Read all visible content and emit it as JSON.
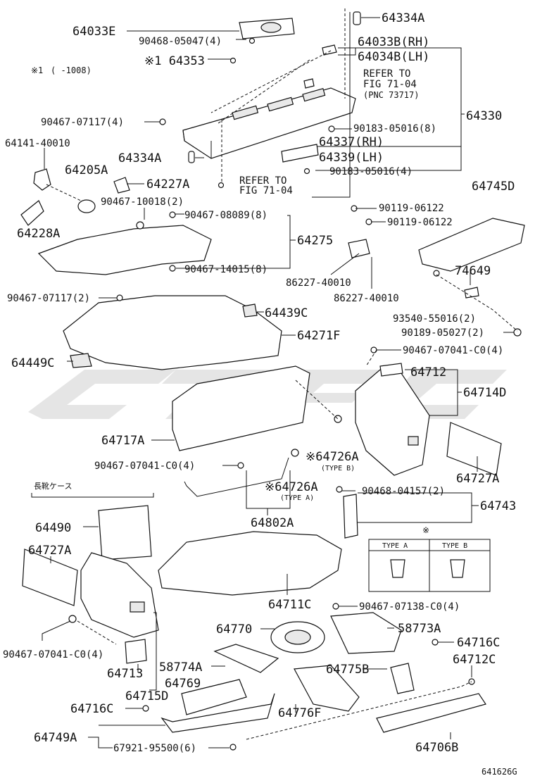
{
  "note": {
    "mark": "※1",
    "range": "(  -1008)"
  },
  "case_label": "長靴ケース",
  "type_table": {
    "mark": "※",
    "type_a": "TYPE  A",
    "type_b": "TYPE  B"
  },
  "labels": {
    "p64033E": "64033E",
    "p90468_05047": "90468-05047(4)",
    "p64334A_top": "64334A",
    "p64033B": "64033B(RH)",
    "p64034B": "64034B(LH)",
    "p64353": "※1 64353",
    "refer1": "REFER TO",
    "refer1b": "FIG 71-04",
    "refer1c": "(PNC 73717)",
    "p64330": "64330",
    "p90467_07117_a": "90467-07117(4)",
    "p90183_05016_8": "90183-05016(8)",
    "p64141": "64141-40010",
    "p64334A_mid": "64334A",
    "p64337": "64337(RH)",
    "p64339": "64339(LH)",
    "p64205A": "64205A",
    "p64227A": "64227A",
    "p90183_05016_4": "90183-05016(4)",
    "refer2": "REFER TO",
    "refer2b": "FIG 71-04",
    "p64745D": "64745D",
    "p64228A": "64228A",
    "p90467_10018": "90467-10018(2)",
    "p90467_08089": "90467-08089(8)",
    "p90119_a": "90119-06122",
    "p90119_b": "90119-06122",
    "p64275": "64275",
    "p90467_14015": "90467-14015(8)",
    "p86227_a": "86227-40010",
    "p74649": "74649",
    "p86227_b": "86227-40010",
    "p90467_07117_b": "90467-07117(2)",
    "p64439C": "64439C",
    "p93540": "93540-55016(2)",
    "p64271F": "64271F",
    "p90189": "90189-05027(2)",
    "p90467_07041_a": "90467-07041-C0(4)",
    "p64449C": "64449C",
    "p64712": "64712",
    "p64714D": "64714D",
    "p64717A": "64717A",
    "p64726A_b": "※64726A",
    "p64726A_b_type": "(TYPE B)",
    "p90467_07041_b": "90467-07041-C0(4)",
    "p64727A_right": "64727A",
    "p64726A_a": "※64726A",
    "p64726A_a_type": "(TYPE A)",
    "p90468_04157": "90468-04157(2)",
    "p64743": "64743",
    "p64802A": "64802A",
    "p64490": "64490",
    "p64727A_left": "64727A",
    "p64711C": "64711C",
    "p90467_07138": "90467-07138-C0(4)",
    "p64770": "64770",
    "p58773A": "58773A",
    "p90467_07041_c": "90467-07041-C0(4)",
    "p64716C_right": "64716C",
    "p58774A": "58774A",
    "p64712C": "64712C",
    "p64713": "64713",
    "p64769": "64769",
    "p64775B": "64775B",
    "p64715D": "64715D",
    "p64716C_left": "64716C",
    "p64776F": "64776F",
    "p64749A": "64749A",
    "p64706B": "64706B",
    "p67921": "67921-95500(6)",
    "figure_id": "641626G"
  }
}
